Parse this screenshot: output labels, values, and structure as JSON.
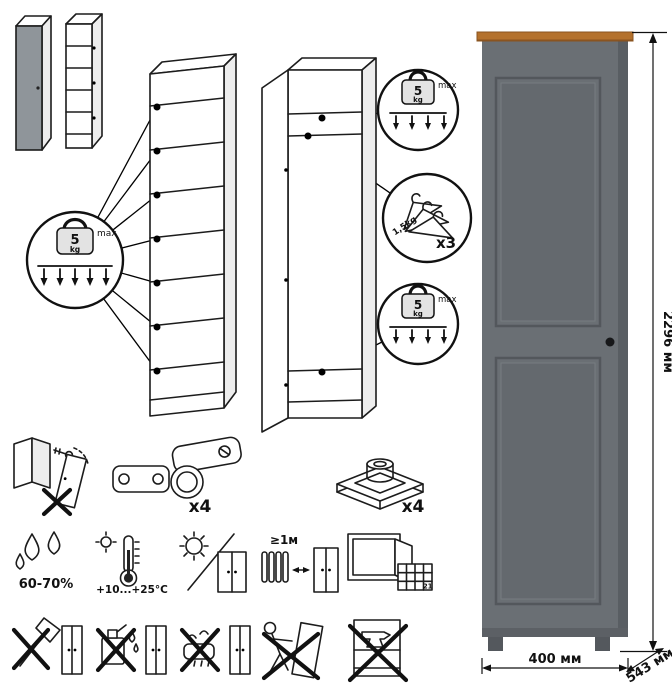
{
  "colors": {
    "body": "#6a6f74",
    "sidepanel": "#595e63",
    "panel": "#64696e",
    "wood": "#b4712c",
    "wood-edge": "#8a5420",
    "feet": "#54585d",
    "line": "#1c1c1c"
  },
  "load_badges": {
    "shelf": {
      "value": "5",
      "unit": "kg",
      "max_label": "max"
    },
    "hangers": {
      "weight_label": "1,5kg",
      "count_label": "x3"
    }
  },
  "hardware": {
    "hinges_count": "x4",
    "feet_count": "x4"
  },
  "dimensions": {
    "height": "2296 мм",
    "width": "400 мм",
    "depth": "543 мм"
  },
  "care": {
    "humidity": "60-70%",
    "temperature": "+10...+25°C",
    "heat_distance": "≥1м",
    "ventilation_cell": "21"
  }
}
